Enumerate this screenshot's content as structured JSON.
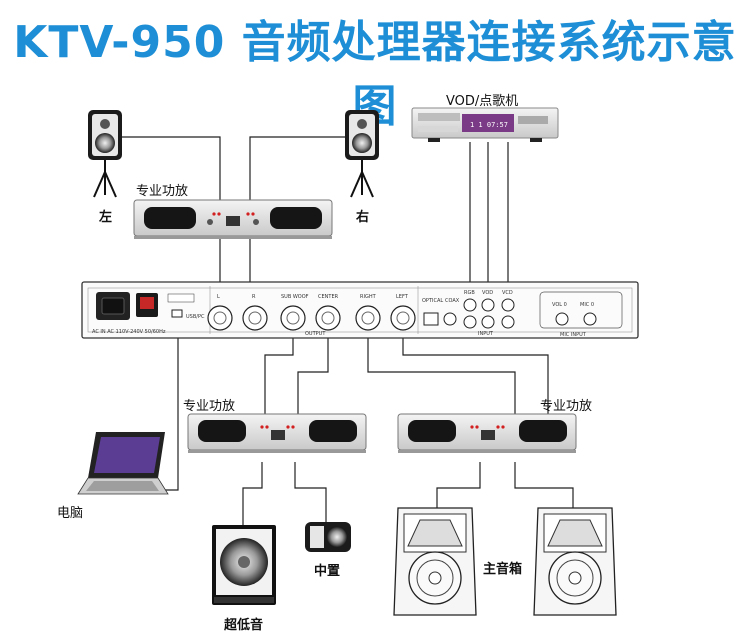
{
  "title": "KTV-950 音频处理器连接系统示意图",
  "labels": {
    "vod": "VOD/点歌机",
    "amp_top": "专业功放",
    "amp_left": "专业功放",
    "amp_right": "专业功放",
    "speaker_left": "左",
    "speaker_right": "右",
    "computer": "电脑",
    "center_speaker": "中置",
    "subwoofer": "超低音",
    "main_speakers": "主音箱"
  },
  "vod_display": "1 1  07:57",
  "processor": {
    "ports": [
      "L",
      "R",
      "SUB WOOF",
      "CENTER",
      "RIGHT",
      "LEFT"
    ],
    "output_label": "OUTPUT",
    "digital_labels": [
      "OPTICAL",
      "COAX"
    ],
    "input_ports": [
      "RGB",
      "VOD",
      "VCD"
    ],
    "input_label": "INPUT",
    "mic_ports": [
      "VOL 0",
      "MIC 0"
    ],
    "mic_label": "MIC INPUT",
    "power_label": "AC IN AC 110V-240V 50/60Hz",
    "usb_label": "USB/PC"
  },
  "colors": {
    "title": "#1e8fd6",
    "amp_led": "#d21f1f",
    "vod_panel": "#7a3a86"
  }
}
